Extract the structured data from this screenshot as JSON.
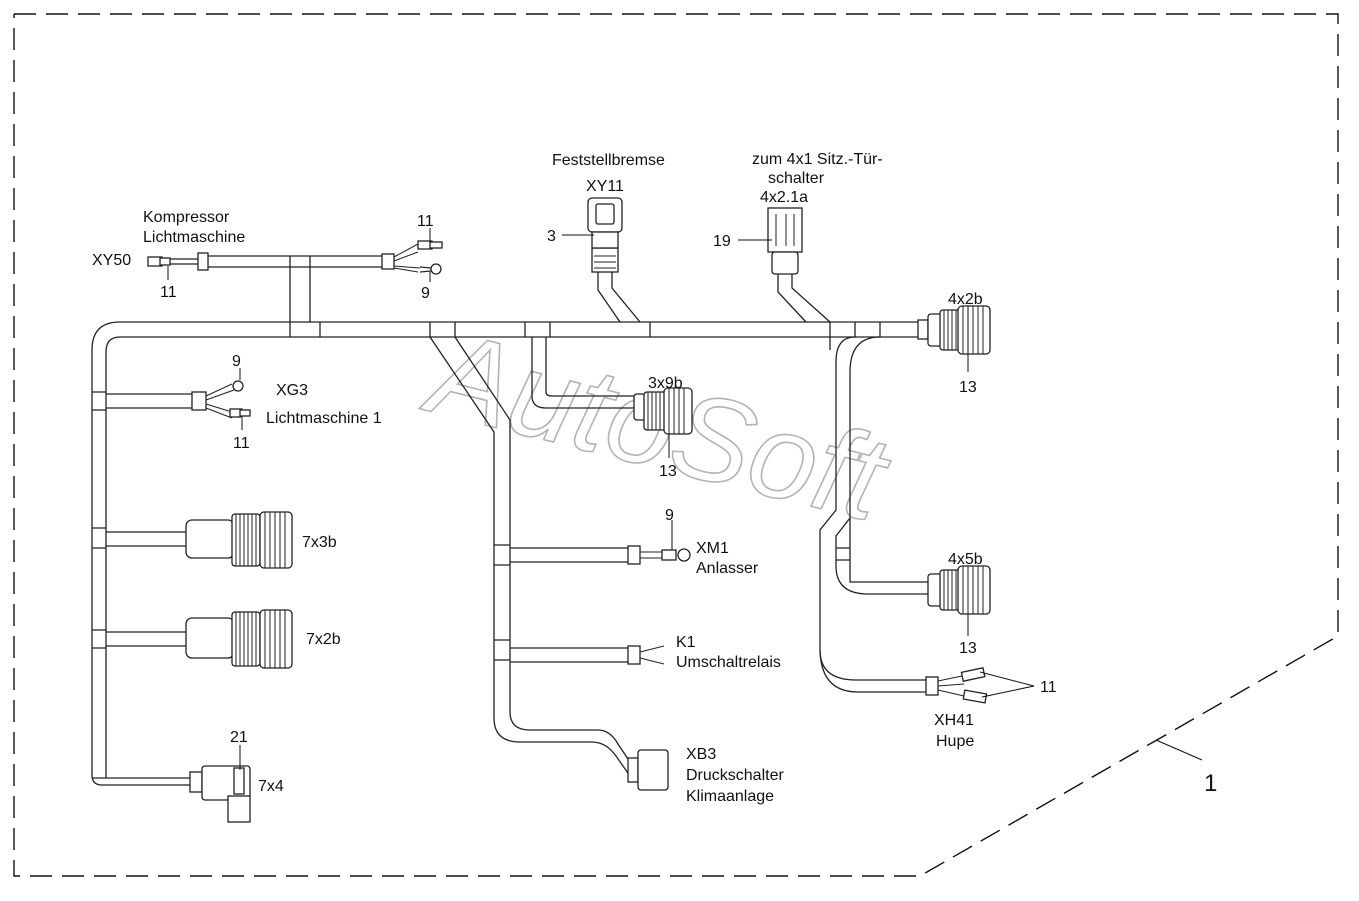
{
  "labels": {
    "xy50": "XY50",
    "kompressor": "Kompressor",
    "lichtmaschine": "Lichtmaschine",
    "n11_xy50": "11",
    "n11_top": "11",
    "n9_top": "9",
    "feststellbremse": "Feststellbremse",
    "xy11": "XY11",
    "n3": "3",
    "zum": "zum 4x1 Sitz.-Tür-",
    "schalter": "schalter",
    "s4x21a": "4x2.1a",
    "n19": "19",
    "c4x2b": "4x2b",
    "n13_4x2b": "13",
    "n9_xg3": "9",
    "xg3": "XG3",
    "lichtmaschine1": "Lichtmaschine 1",
    "n11_xg3": "11",
    "c3x9b": "3x9b",
    "n13_3x9b": "13",
    "c7x3b": "7x3b",
    "c7x2b": "7x2b",
    "n21": "21",
    "c7x4": "7x4",
    "n9_xm1": "9",
    "xm1": "XM1",
    "anlasser": "Anlasser",
    "k1": "K1",
    "umschaltrelais": "Umschaltrelais",
    "xb3": "XB3",
    "druckschalter": "Druckschalter",
    "klimaanlage": "Klimaanlage",
    "c4x5b": "4x5b",
    "n13_4x5b": "13",
    "n11_xh41": "11",
    "xh41": "XH41",
    "hupe": "Hupe",
    "n1": "1"
  },
  "watermark": "AutoSoft"
}
